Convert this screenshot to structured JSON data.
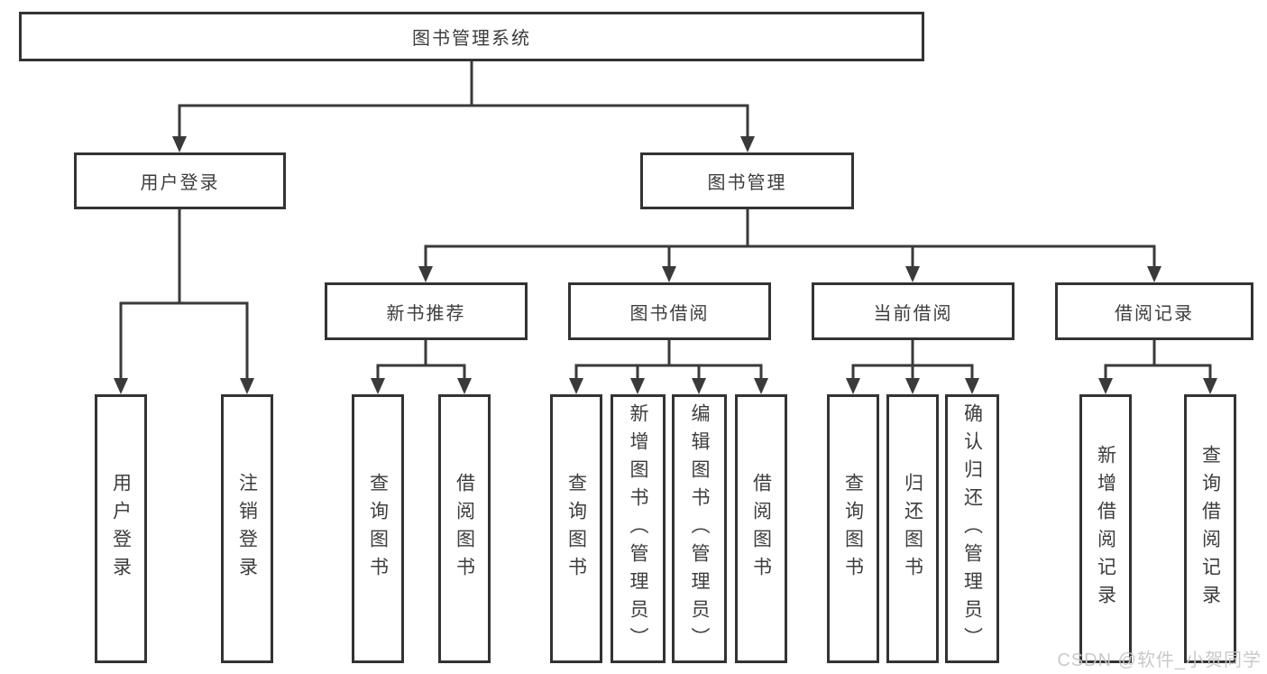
{
  "tree": {
    "label": "图书管理系统",
    "children": [
      {
        "label": "用户登录",
        "children": [
          {
            "label": "用户登录"
          },
          {
            "label": "注销登录"
          }
        ]
      },
      {
        "label": "图书管理",
        "children": [
          {
            "label": "新书推荐",
            "children": [
              {
                "label": "查询图书"
              },
              {
                "label": "借阅图书"
              }
            ]
          },
          {
            "label": "图书借阅",
            "children": [
              {
                "label": "查询图书"
              },
              {
                "label": "新增图书（管理员）"
              },
              {
                "label": "编辑图书（管理员）"
              },
              {
                "label": "借阅图书"
              }
            ]
          },
          {
            "label": "当前借阅",
            "children": [
              {
                "label": "查询图书"
              },
              {
                "label": "归还图书"
              },
              {
                "label": "确认归还（管理员）"
              }
            ]
          },
          {
            "label": "借阅记录",
            "children": [
              {
                "label": "新增借阅记录"
              },
              {
                "label": "查询借阅记录"
              }
            ]
          }
        ]
      }
    ]
  },
  "watermark": "CSDN @软件_小贺同学",
  "colors": {
    "line": "#3a3a3a",
    "border": "#333333",
    "text": "#3d3d3d",
    "background": "#ffffff",
    "watermark": "#c6c6c6"
  }
}
